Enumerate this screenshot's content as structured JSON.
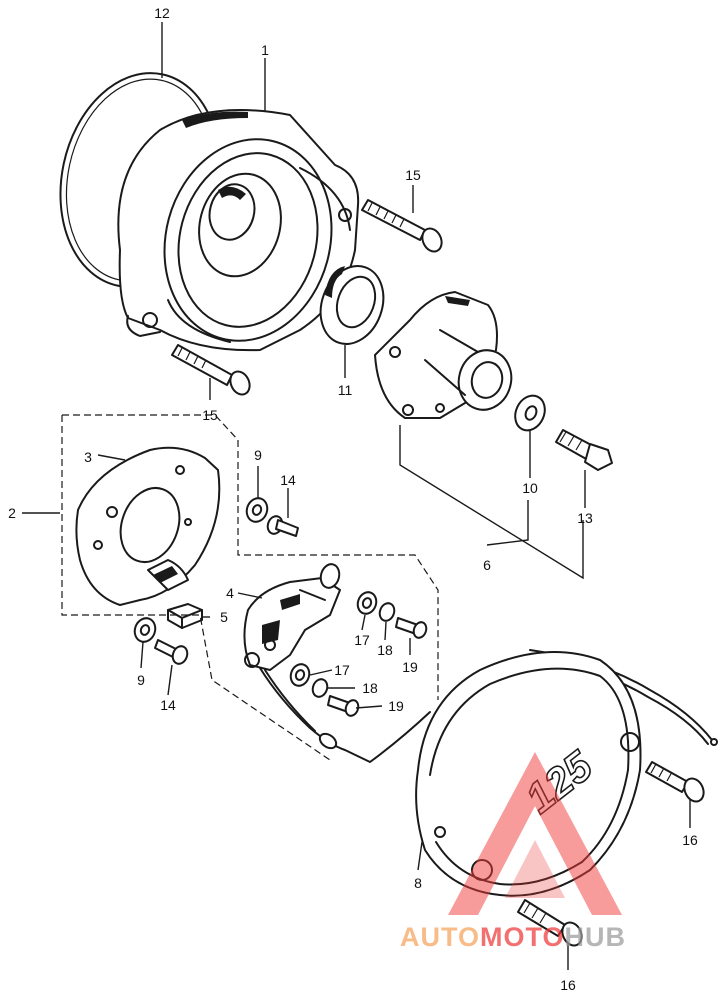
{
  "callouts": [
    {
      "label": "12"
    },
    {
      "label": "1"
    },
    {
      "label": "15"
    },
    {
      "label": "15"
    },
    {
      "label": "11"
    },
    {
      "label": "10"
    },
    {
      "label": "13"
    },
    {
      "label": "6"
    },
    {
      "label": "2"
    },
    {
      "label": "3"
    },
    {
      "label": "9"
    },
    {
      "label": "14"
    },
    {
      "label": "4"
    },
    {
      "label": "5"
    },
    {
      "label": "17"
    },
    {
      "label": "18"
    },
    {
      "label": "19"
    },
    {
      "label": "17"
    },
    {
      "label": "18"
    },
    {
      "label": "19"
    },
    {
      "label": "9"
    },
    {
      "label": "14"
    },
    {
      "label": "8"
    },
    {
      "label": "16"
    },
    {
      "label": "16"
    }
  ],
  "cover_marking": "125",
  "watermark": {
    "part1": "AUTO",
    "part2": "MOTO",
    "part3": "HUB",
    "colors": {
      "orange": "#f5a25a",
      "red": "#ee3a3a",
      "gray": "#9a9a9a"
    }
  }
}
